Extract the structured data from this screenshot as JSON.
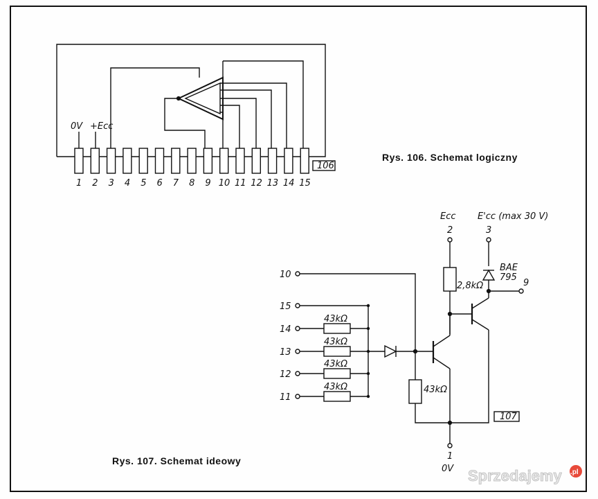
{
  "figure106": {
    "caption": "Rys. 106. Schemat logiczny",
    "tag": "106",
    "pins": [
      "1",
      "2",
      "3",
      "4",
      "5",
      "6",
      "7",
      "8",
      "9",
      "10",
      "11",
      "12",
      "13",
      "14",
      "15"
    ],
    "label_0v": "0V",
    "label_ecc": "+Ecc"
  },
  "figure107": {
    "caption": "Rys. 107. Schemat ideowy",
    "tag": "107",
    "ecc_label": "Ecc",
    "ecc_pin": "2",
    "ecc2_label": "E'cc (max 30 V)",
    "ecc2_pin": "3",
    "diode_label_1": "BAE",
    "diode_label_2": "795",
    "out_pin": "9",
    "gnd_pin": "1",
    "gnd_label": "0V",
    "r_collector": "2,8kΩ",
    "r_base": "43kΩ",
    "inputs": [
      {
        "pin": "10"
      },
      {
        "pin": "15"
      },
      {
        "pin": "14",
        "r": "43kΩ"
      },
      {
        "pin": "13",
        "r": "43kΩ"
      },
      {
        "pin": "12",
        "r": "43kΩ"
      },
      {
        "pin": "11",
        "r": "43kΩ"
      }
    ]
  },
  "watermark": {
    "text": "Sprzedajemy",
    "suffix": ".pl"
  }
}
